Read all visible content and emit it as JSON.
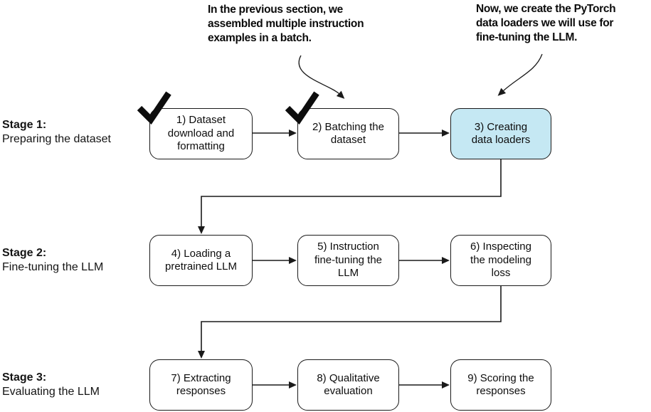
{
  "colors": {
    "highlight_fill": "#c5e8f3",
    "line": "#1a1a1a",
    "background": "#ffffff"
  },
  "annotations": {
    "previous_section_note": {
      "lines": [
        "In the previous section, we",
        "assembled multiple instruction",
        "examples in a batch."
      ]
    },
    "current_section_note": {
      "lines": [
        "Now, we create the PyTorch",
        "data loaders we will use for",
        "fine-tuning the LLM."
      ]
    }
  },
  "stages": [
    {
      "title": "Stage 1:",
      "subtitle": "Preparing the dataset"
    },
    {
      "title": "Stage 2:",
      "subtitle": "Fine-tuning the LLM"
    },
    {
      "title": "Stage 3:",
      "subtitle": "Evaluating the LLM"
    }
  ],
  "steps": [
    {
      "lines": [
        "1) Dataset",
        "download and",
        "formatting"
      ],
      "completed": true,
      "highlighted": false
    },
    {
      "lines": [
        "2) Batching the",
        "dataset"
      ],
      "completed": true,
      "highlighted": false
    },
    {
      "lines": [
        "3) Creating",
        "data loaders"
      ],
      "completed": false,
      "highlighted": true
    },
    {
      "lines": [
        "4) Loading a",
        "pretrained LLM"
      ],
      "completed": false,
      "highlighted": false
    },
    {
      "lines": [
        "5) Instruction",
        "fine-tuning the",
        "LLM"
      ],
      "completed": false,
      "highlighted": false
    },
    {
      "lines": [
        "6) Inspecting",
        "the modeling",
        "loss"
      ],
      "completed": false,
      "highlighted": false
    },
    {
      "lines": [
        "7) Extracting",
        "responses"
      ],
      "completed": false,
      "highlighted": false
    },
    {
      "lines": [
        "8) Qualitative",
        "evaluation"
      ],
      "completed": false,
      "highlighted": false
    },
    {
      "lines": [
        "9) Scoring the",
        "responses"
      ],
      "completed": false,
      "highlighted": false
    }
  ],
  "icons": {
    "completed_marker": "check-icon",
    "flow_marker": "arrowhead-icon"
  }
}
